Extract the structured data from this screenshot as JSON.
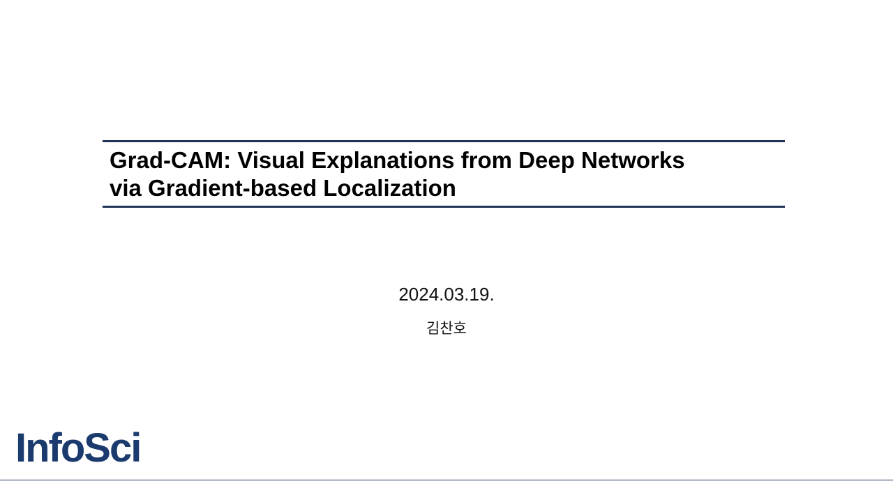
{
  "slide": {
    "title_line_1": "Grad-CAM: Visual Explanations from Deep Networks",
    "title_line_2": "via Gradient-based Localization",
    "date": "2024.03.19.",
    "author": "김찬호",
    "logo_text": "InfoSci"
  },
  "colors": {
    "accent_rule": "#1f3457",
    "logo": "#1b3a6e",
    "text": "#000000",
    "background": "#ffffff"
  }
}
